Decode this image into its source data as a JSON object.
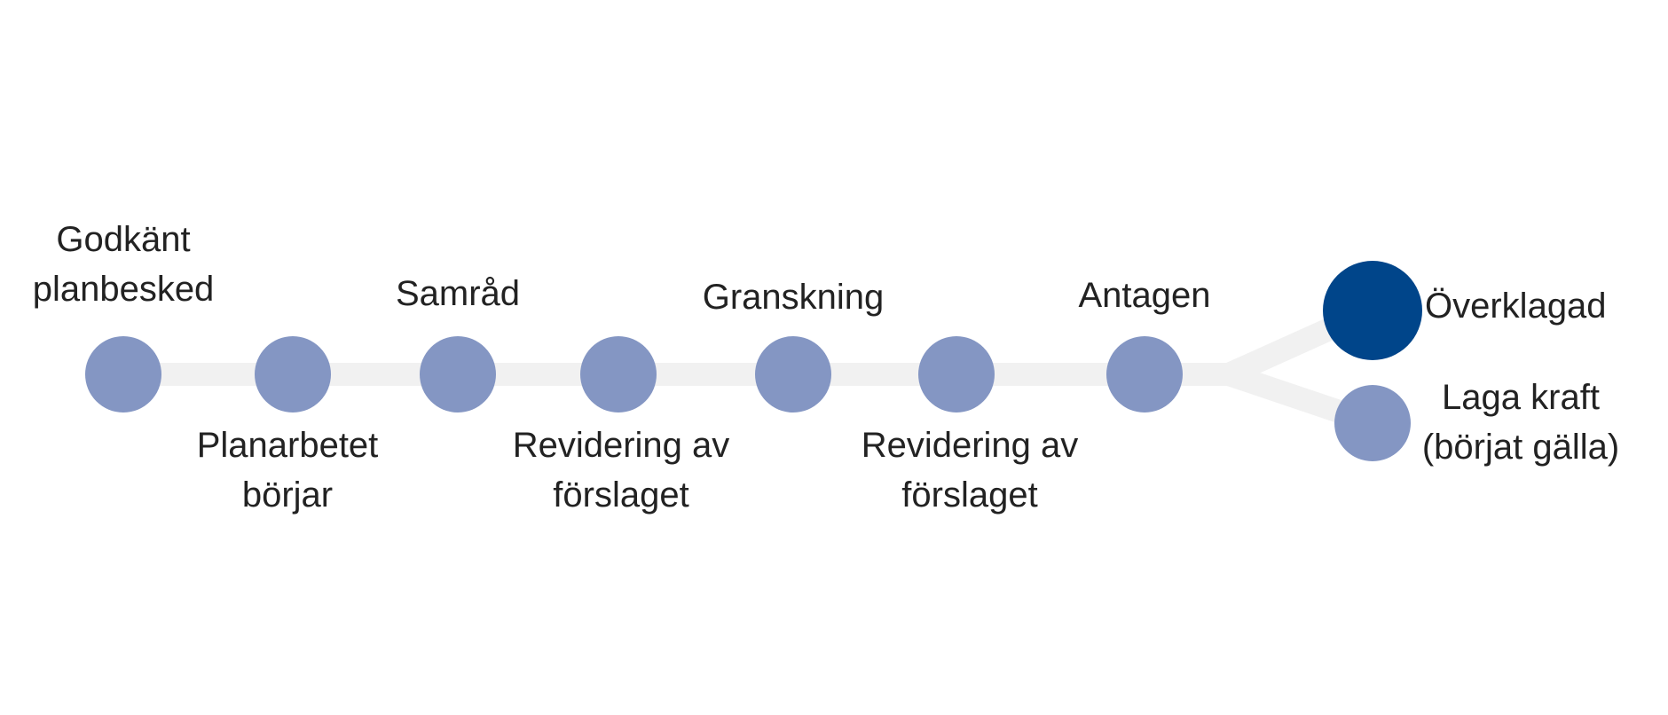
{
  "colors": {
    "track": "#f1f1f1",
    "step": "#8496c3",
    "current_step": "#00458a",
    "text": "#222222"
  },
  "steps": [
    {
      "lines": [
        "Godkänt",
        "planbesked"
      ],
      "status": "done"
    },
    {
      "lines": [
        "Planarbetet",
        "börjar"
      ],
      "status": "done"
    },
    {
      "lines": [
        "Samråd"
      ],
      "status": "done"
    },
    {
      "lines": [
        "Revidering av",
        "förslaget"
      ],
      "status": "done"
    },
    {
      "lines": [
        "Granskning"
      ],
      "status": "done"
    },
    {
      "lines": [
        "Revidering av",
        "förslaget"
      ],
      "status": "done"
    },
    {
      "lines": [
        "Antagen"
      ],
      "status": "done"
    }
  ],
  "branches": [
    {
      "lines": [
        "Överklagad"
      ],
      "status": "current"
    },
    {
      "lines": [
        "Laga kraft",
        "(börjat gälla)"
      ],
      "status": "pending"
    }
  ]
}
